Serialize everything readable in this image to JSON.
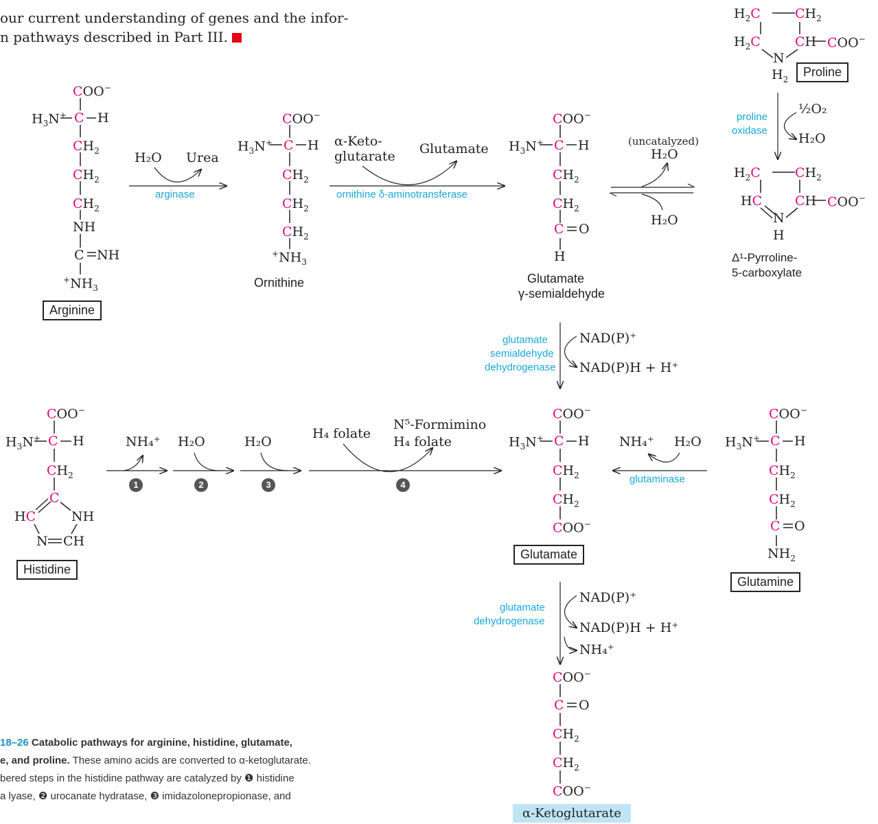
{
  "header": {
    "line1": "our current understanding of genes and the infor-",
    "line2": "n pathways described in Part III."
  },
  "accent_color": "#e6007e",
  "enzyme_color": "#19a7d9",
  "labels": {
    "arginine": "Arginine",
    "ornithine": "Ornithine",
    "glutamate_semialdehyde_1": "Glutamate",
    "glutamate_semialdehyde_2": "γ-semialdehyde",
    "proline": "Proline",
    "p5c_1": "Δ¹-Pyrroline-",
    "p5c_2": "5-carboxylate",
    "histidine": "Histidine",
    "glutamate": "Glutamate",
    "glutamine": "Glutamine",
    "alpha_kg": "α-Ketoglutarate"
  },
  "reagents": {
    "h2o": "H₂O",
    "urea": "Urea",
    "akg_1": "α-Keto-",
    "akg_2": "glutarate",
    "glutamate": "Glutamate",
    "uncatalyzed": "(uncatalyzed)",
    "half_o2": "½O₂",
    "nadp": "NAD(P)⁺",
    "nadph": "NAD(P)H + H⁺",
    "nh4": "NH₄⁺",
    "h4folate": "H₄ folate",
    "formimino_1": "N⁵-Formimino",
    "formimino_2": "H₄ folate"
  },
  "enzymes": {
    "arginase": "arginase",
    "oat": "ornithine δ-aminotransferase",
    "proline_oxidase_1": "proline",
    "proline_oxidase_2": "oxidase",
    "gsd_1": "glutamate",
    "gsd_2": "semialdehyde",
    "gsd_3": "dehydrogenase",
    "glutaminase": "glutaminase",
    "gdh_1": "glutamate",
    "gdh_2": "dehydrogenase"
  },
  "steps": [
    "1",
    "2",
    "3",
    "4"
  ],
  "caption": {
    "fig_label": "18–26",
    "bold_1": "Catabolic pathways for arginine, histidine, glutamate,",
    "bold_2": "e, and proline.",
    "line2_rest": "These amino acids are converted to α-ketoglutarate.",
    "line3": "bered steps in the histidine pathway are catalyzed by ❶ histidine",
    "line4": "a lyase, ❷ urocanate hydratase, ❸ imidazolonepropionase, and"
  }
}
